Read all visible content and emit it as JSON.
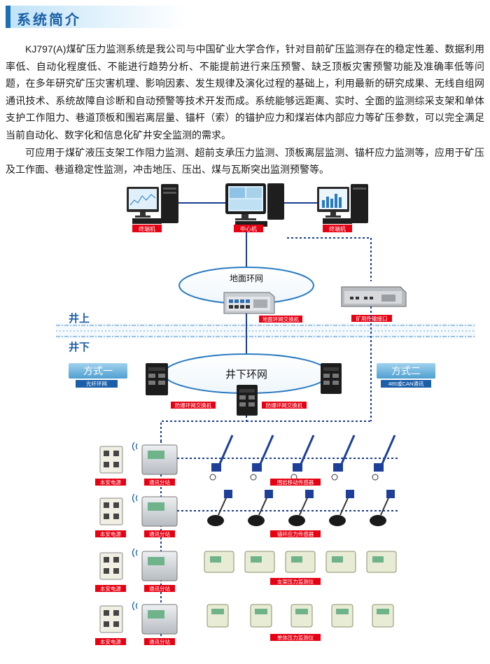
{
  "header": {
    "title": "系统简介"
  },
  "intro": {
    "paragraphs": [
      "KJ797(A)煤矿压力监测系统是我公司与中国矿业大学合作，针对目前矿压监测存在的稳定性差、数据利用率低、自动化程度低、不能进行趋势分析、不能提前进行来压预警、缺乏顶板灾害预警功能及准确率低等问题，在多年研究矿压灾害机理、影响因素、发生规律及演化过程的基础上，利用最新的研究成果、无线自组网通讯技术、系统故障自诊断和自动预警等技术开发而成。系统能够远距离、实时、全面的监测综采支架和单体支护工作阻力、巷道顶板和围岩离层量、锚杆（索）的锚护应力和煤岩体内部应力等矿压参数，可以完全满足当前自动化、数字化和信息化矿井安全监测的需求。",
      "可应用于煤矿液压支架工作阻力监测、超前支承压力监测、顶板离层监测、锚杆应力监测等，应用于矿压及工作面、巷道稳定性监测，冲击地压、压出、煤与瓦斯突出监测预警等。"
    ]
  },
  "diagram": {
    "terminal_left": "终端机",
    "center": "中心机",
    "terminal_right": "终端机",
    "surface_ring": "地面环网",
    "surface_switch": "地面环网交换机",
    "mine_port": "矿用传输接口",
    "above_ground": "井上",
    "below_ground": "井下",
    "underground_ring": "井下环网",
    "mode1": "方式一",
    "mode1_sub": "光纤环网",
    "mode2": "方式二",
    "mode2_sub": "485或CAN通讯",
    "explosion_switch_left": "防爆环网交换机",
    "explosion_switch_right": "防爆环网交换机",
    "rows": [
      {
        "power": "本安电源",
        "station": "通讯分站",
        "sensor": "围岩移动传感器"
      },
      {
        "power": "本安电源",
        "station": "通讯分站",
        "sensor": "锚杆应力传感器"
      },
      {
        "power": "本安电源",
        "station": "通讯分站",
        "sensor": "支架压力监测仪"
      },
      {
        "power": "本安电源",
        "station": "通讯分站",
        "sensor": "单体压力监测仪"
      }
    ]
  },
  "colors": {
    "accent": "#1b6fb5",
    "line": "#1a3d8f",
    "label_bg": "#e60012",
    "title": "#1b5fa8"
  }
}
